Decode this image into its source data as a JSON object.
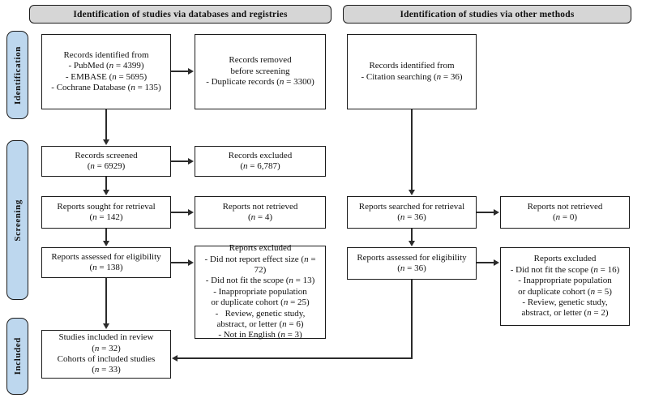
{
  "headers": {
    "databases": "Identification of studies via databases and registries",
    "other": "Identification of studies via other methods"
  },
  "sidebar": {
    "identification": "Identification",
    "screening": "Screening",
    "included": "Included"
  },
  "colors": {
    "stage_fill": "#BDD7EE",
    "header_fill": "#D6D6D6",
    "box_border": "#1A1A1A",
    "arrow": "#2B2B2B"
  },
  "boxes": {
    "db_identified": {
      "lines": [
        "Records identified from",
        "- PubMed (n = 4399)",
        "- EMBASE (n = 5695)",
        "- Cochrane Database (n = 135)"
      ]
    },
    "db_removed": {
      "lines": [
        "Records removed",
        "before screening",
        "- Duplicate records (n = 3300)"
      ]
    },
    "records_screened": {
      "lines": [
        "Records screened",
        "(n = 6929)"
      ]
    },
    "records_excluded": {
      "lines": [
        "Records excluded",
        "(n = 6,787)"
      ]
    },
    "reports_sought": {
      "lines": [
        "Reports sought for retrieval",
        "(n = 142)"
      ]
    },
    "reports_not_retrieved_db": {
      "lines": [
        "Reports not retrieved",
        "(n = 4)"
      ]
    },
    "reports_assessed_db": {
      "lines": [
        "Reports assessed for eligibility",
        "(n = 138)"
      ]
    },
    "reports_excluded_db": {
      "lines": [
        "Reports excluded",
        "- Did not report effect size (n = 72)",
        "- Did not fit the scope (n = 13)",
        "- Inappropriate population",
        "or duplicate cohort (n = 25)",
        "-   Review, genetic study,",
        "abstract, or letter (n = 6)",
        "- Not in English (n = 3)"
      ]
    },
    "studies_included": {
      "lines": [
        "Studies included in review",
        "(n = 32)",
        "Cohorts of included studies",
        "(n = 33)"
      ]
    },
    "other_identified": {
      "lines": [
        "Records identified from",
        "- Citation searching (n = 36)"
      ]
    },
    "reports_searched": {
      "lines": [
        "Reports searched for retrieval",
        "(n = 36)"
      ]
    },
    "reports_not_retrieved_other": {
      "lines": [
        "Reports not retrieved",
        "(n = 0)"
      ]
    },
    "reports_assessed_other": {
      "lines": [
        "Reports assessed for eligibility",
        "(n = 36)"
      ]
    },
    "reports_excluded_other": {
      "lines": [
        "Reports excluded",
        "- Did not fit the scope (n = 16)",
        "- Inappropriate population",
        "or duplicate cohort (n = 5)",
        "- Review, genetic study,",
        "abstract, or letter (n = 2)"
      ]
    }
  }
}
